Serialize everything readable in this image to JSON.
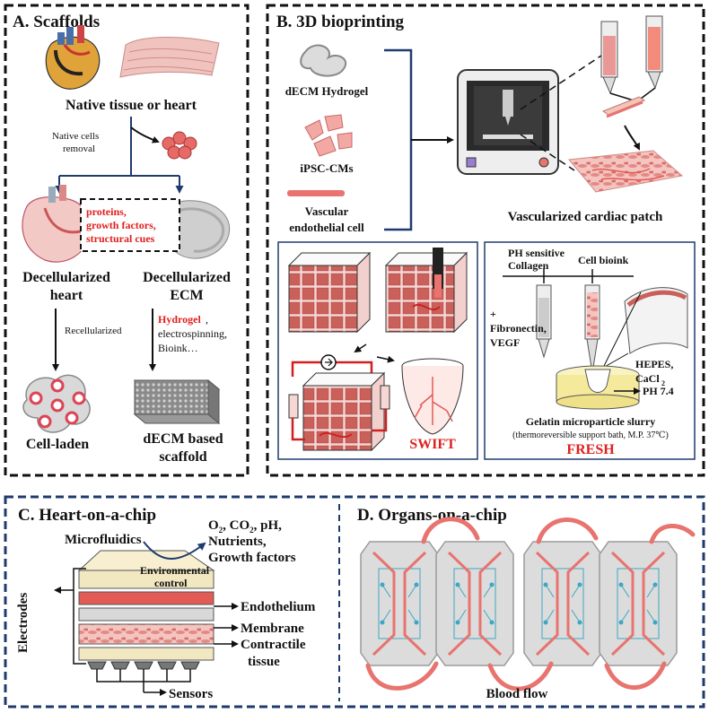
{
  "panel_a": {
    "title": "A. Scaffolds",
    "native": "Native tissue or heart",
    "native_cells_1": "Native cells",
    "native_cells_2": "removal",
    "cue_1": "proteins,",
    "cue_2": "growth factors,",
    "cue_3": "structural cues",
    "decell_heart_1": "Decellularized",
    "decell_heart_2": "heart",
    "decell_ecm_1": "Decellularized",
    "decell_ecm_2": "ECM",
    "recell": "Recellularized",
    "ecm_use_1": "Hydrogel",
    "ecm_use_1b": ",",
    "ecm_use_2": "electrospinning,",
    "ecm_use_3": "Bioink…",
    "cell_laden": "Cell-laden",
    "scaffold_1": "dECM based",
    "scaffold_2": "scaffold"
  },
  "panel_b": {
    "title": "B. 3D bioprinting",
    "hydrogel": "dECM Hydrogel",
    "ipsc": "iPSC-CMs",
    "vasc_1": "Vascular",
    "vasc_2": "endothelial cell",
    "patch": "Vascularized cardiac patch",
    "swift": "SWIFT",
    "ph_1": "PH sensitive",
    "ph_2": "Collagen",
    "cell_bioink": "Cell bioink",
    "plus": "+",
    "fibro_1": "Fibronectin,",
    "fibro_2": "VEGF",
    "hepes_1": "HEPES,",
    "hepes_2": "CaCl",
    "hepes_sub": "2",
    "ph74": "PH 7.4",
    "gelatin": "Gelatin microparticle slurry",
    "support": "(thermoreversible support bath, M.P. 37℃)",
    "fresh": "FRESH"
  },
  "panel_c": {
    "title": "C. Heart-on-a-chip",
    "microfluidics": "Microfluidics",
    "o2": "O",
    "o2_sub": "2",
    "co2": ", CO",
    "co2_sub": "2",
    "ph": ", pH,",
    "nutrients": "Nutrients,",
    "growth": "Growth factors",
    "env_1": "Environmental",
    "env_2": "control",
    "endothelium": "Endothelium",
    "membrane": "Membrane",
    "contractile_1": "Contractile",
    "contractile_2": "tissue",
    "electrodes": "Electrodes",
    "sensors": "Sensors"
  },
  "panel_d": {
    "title": "D. Organs-on-a-chip",
    "blood_flow": "Blood flow"
  },
  "colors": {
    "tissue_red": "#e8736f",
    "tissue_pink": "#f3b8b5",
    "highlight_red": "#e02020",
    "border": "#111111",
    "teal": "#3fa6c2",
    "cartridge_gray": "#dcdcdc"
  }
}
